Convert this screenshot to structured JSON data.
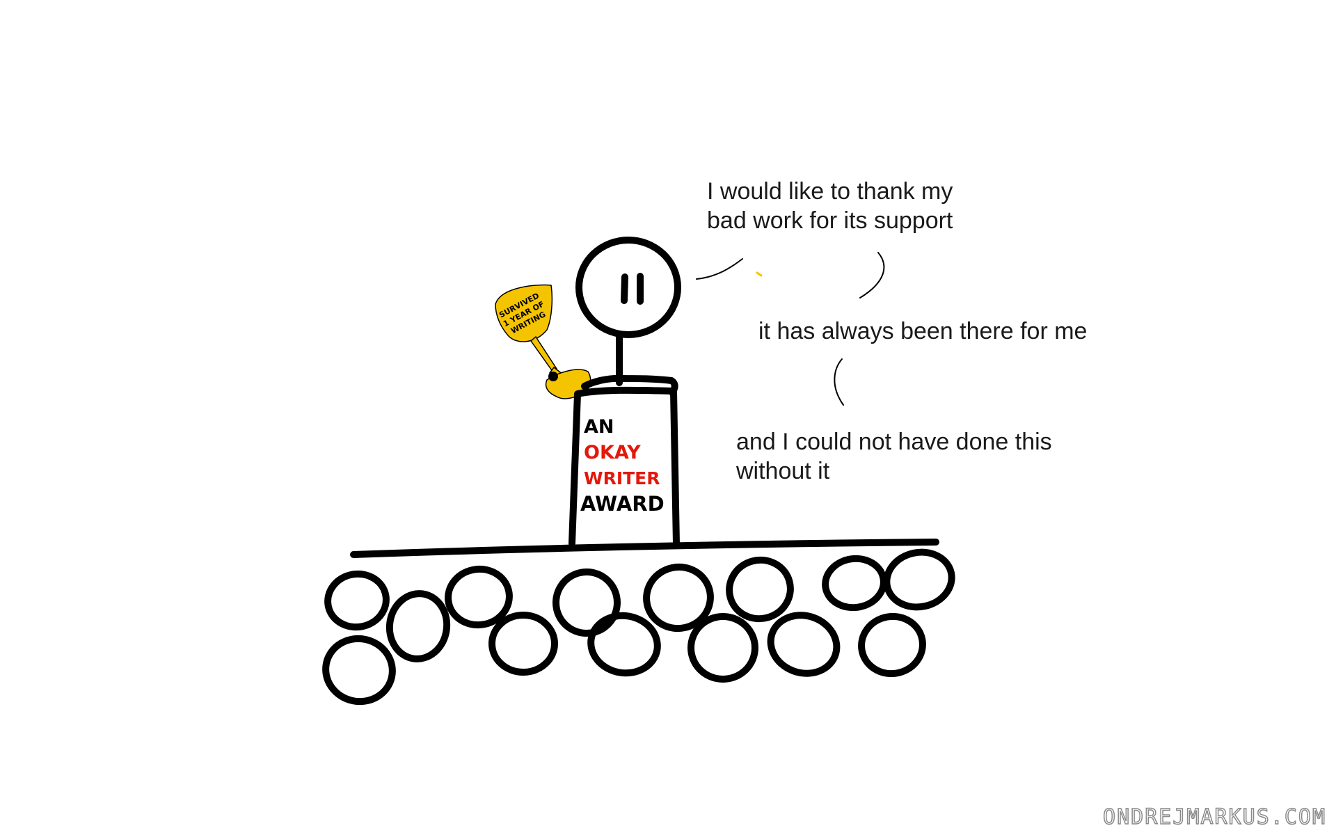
{
  "speech": {
    "line1": "I would like to thank my\nbad work for its support",
    "line2": "it has always been there for me",
    "line3": "and I could not have done this\nwithout it"
  },
  "podium": {
    "word1": "AN",
    "word2": "OKAY",
    "word3": "WRITER",
    "word4": "AWARD"
  },
  "trophy": {
    "line1": "SURVIVED",
    "line2": "1 YEAR OF",
    "line3": "WRITING"
  },
  "watermark": "ONDREJMARKUS.COM",
  "colors": {
    "ink": "#000000",
    "accent_red": "#e3170a",
    "trophy_yellow": "#f5c400",
    "background": "#ffffff"
  }
}
